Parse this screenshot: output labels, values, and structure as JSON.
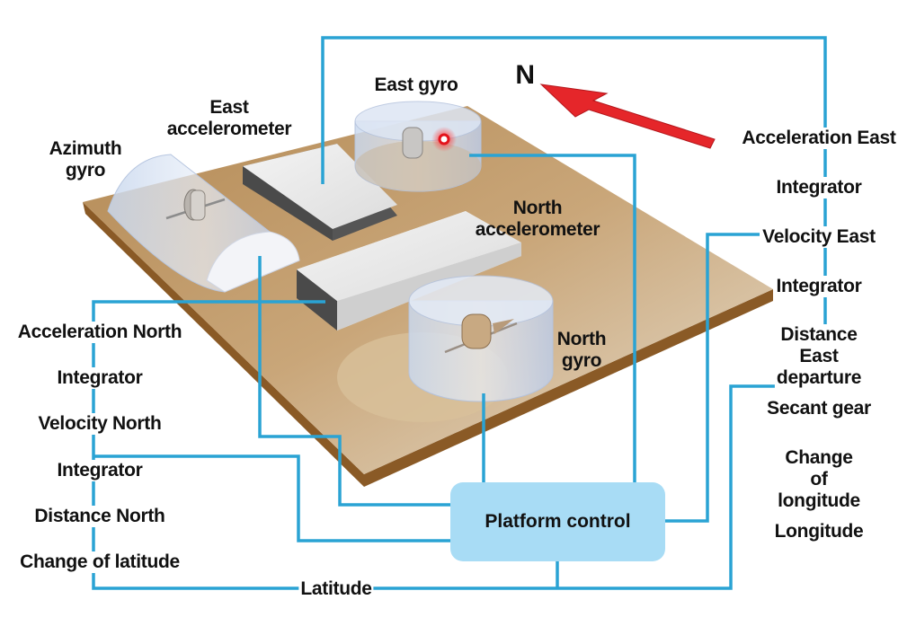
{
  "colors": {
    "wire": "#2aa3d4",
    "board_top": "#c7a579",
    "board_edge": "#8a5a26",
    "box_fill": "#a8dcf5",
    "arrow": "#e5262a",
    "text": "#111111"
  },
  "compass": {
    "label": "N",
    "arrow_icon": "north-arrow-icon"
  },
  "components": {
    "azimuth_gyro": "Azimuth\ngyro",
    "east_accelerometer": "East\naccelerometer",
    "east_gyro": "East gyro",
    "north_accelerometer": "North\naccelerometer",
    "north_gyro": "North\ngyro"
  },
  "platform_control": "Platform control",
  "north_chain": [
    "Acceleration North",
    "Integrator",
    "Velocity North",
    "Integrator",
    "Distance North",
    "Change of latitude"
  ],
  "east_chain": [
    "Acceleration East",
    "Integrator",
    "Velocity East",
    "Integrator",
    "Distance East\ndeparture",
    "Secant gear",
    "Change of\nlongitude",
    "Longitude"
  ],
  "latitude_label": "Latitude"
}
